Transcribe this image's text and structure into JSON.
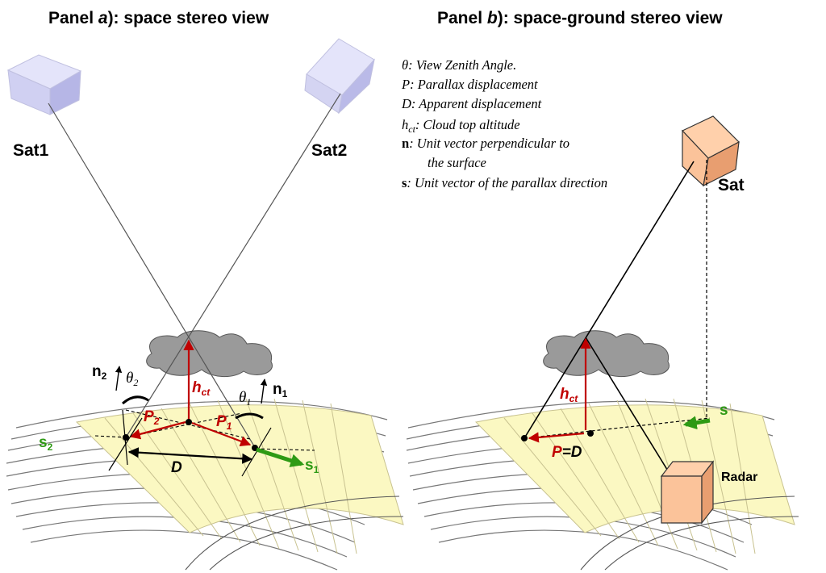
{
  "panel_a": {
    "title_prefix": "Panel ",
    "title_letter": "a",
    "title_suffix": "): space stereo view",
    "sat1_label": "Sat1",
    "sat2_label": "Sat2",
    "h": "h",
    "h_sub": "ct",
    "p2": "P",
    "p2_sub": "2",
    "p1": "P",
    "p1_sub": "1",
    "d": "D",
    "s2": "s",
    "s2_sub": "2",
    "s1": "s",
    "s1_sub": "1",
    "n2": "n",
    "n2_sub": "2",
    "n1": "n",
    "n1_sub": "1",
    "theta2": "θ",
    "theta2_sub": "2",
    "theta1": "θ",
    "theta1_sub": "1"
  },
  "panel_b": {
    "title_prefix": "Panel ",
    "title_letter": "b",
    "title_suffix": "): space-ground stereo view",
    "sat_label": "Sat",
    "radar_label": "Radar",
    "h": "h",
    "h_sub": "ct",
    "pd_p": "P",
    "pd_eq": "=",
    "pd_d": "D",
    "s": "s"
  },
  "legend": [
    {
      "sym": "θ",
      "sym_sub": "",
      "text": ":  View Zenith Angle."
    },
    {
      "sym": "P",
      "sym_sub": "",
      "text": ":   Parallax displacement"
    },
    {
      "sym": "D",
      "sym_sub": "",
      "text": ":  Apparent displacement"
    },
    {
      "sym": "h",
      "sym_sub": "ct",
      "text": ": Cloud top altitude"
    },
    {
      "sym": "n",
      "sym_sub": "",
      "text": ":   Unit vector perpendicular to"
    },
    {
      "sym": "",
      "sym_sub": "",
      "text": "the surface"
    },
    {
      "sym": "s",
      "sym_sub": "",
      "text": ":   Unit vector of the parallax direction"
    }
  ],
  "colors": {
    "red": "#c00000",
    "green": "#2e9a14",
    "grid_fill": "#fbf8c2",
    "cloud": "#9a9a9a",
    "sat_blue": "#c8c8f0",
    "box_orange": "#fbc39a"
  }
}
